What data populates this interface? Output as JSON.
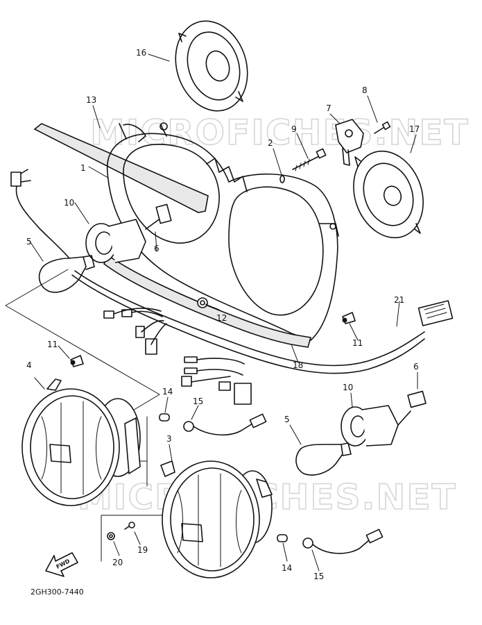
{
  "diagram": {
    "watermark_top": "MICROFICHES.NET",
    "watermark_bottom": "MICROFICHES.NET",
    "drawing_code": "2GH300-7440",
    "forward_label": "FWD",
    "callouts": {
      "c1": "1",
      "c2": "2",
      "c3": "3",
      "c4": "4",
      "c5a": "5",
      "c5b": "5",
      "c6a": "6",
      "c6b": "6",
      "c7": "7",
      "c8": "8",
      "c9": "9",
      "c10a": "10",
      "c10b": "10",
      "c11a": "11",
      "c11b": "11",
      "c12": "12",
      "c13": "13",
      "c14a": "14",
      "c14b": "14",
      "c15a": "15",
      "c15b": "15",
      "c16": "16",
      "c17": "17",
      "c18": "18",
      "c19": "19",
      "c20": "20",
      "c21": "21"
    }
  }
}
